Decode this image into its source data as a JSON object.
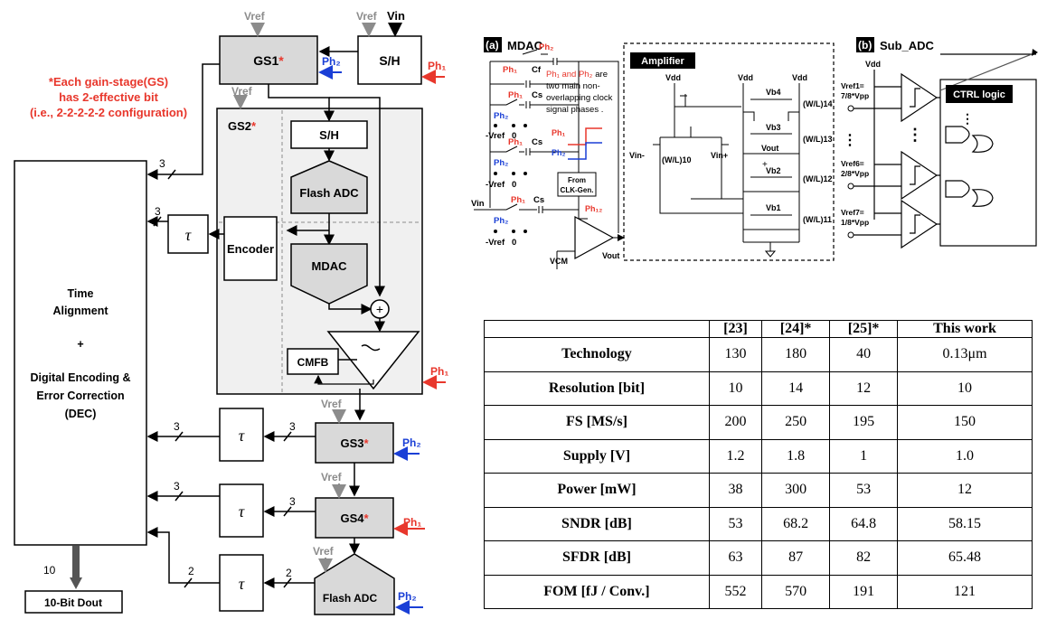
{
  "left": {
    "note_lines": [
      "*Each gain-stage(GS)",
      "has 2-effective bit",
      "(i.e., 2-2-2-2-2 configuration)"
    ],
    "vref": "Vref",
    "vin": "Vin",
    "sh": "S/H",
    "gs1": "GS1",
    "gs2": "GS2",
    "gs3": "GS3",
    "gs4": "GS4",
    "star": "*",
    "ph1": "Ph₁",
    "ph2": "Ph₂",
    "flash_adc": "Flash ADC",
    "encoder": "Encoder",
    "mdac": "MDAC",
    "cmfb": "CMFB",
    "tau": "τ",
    "bus3": "3",
    "bus2": "2",
    "bus10": "10",
    "dec_lines": [
      "Time",
      "Alignment",
      "+",
      "Digital Encoding &",
      "Error Correction",
      "(DEC)"
    ],
    "dout": "10-Bit Dout",
    "plus": "+"
  },
  "mdac_panel": {
    "tag": "(a)",
    "title": "MDAC",
    "amp_title": "Amplifier",
    "ph1": "Ph₁",
    "ph2": "Ph₂",
    "ph12": "Ph₁₂",
    "cf": "Cf",
    "cs": "Cs",
    "vref_neg": "-Vref",
    "zero": "0",
    "vin": "Vin",
    "vcm": "VCM",
    "vout": "Vout",
    "note_red": "Ph₁ and Ph₂",
    "note_rest": [
      "are",
      "two main non-",
      "overlapping clock",
      "signal phases ."
    ],
    "from_clk": [
      "From",
      "CLK-Gen."
    ],
    "vdd": "Vdd",
    "vb4": "Vb4",
    "vb3": "Vb3",
    "vb2": "Vb2",
    "vb1": "Vb1",
    "wl14": "(W/L)14",
    "wl13": "(W/L)13",
    "wl12": "(W/L)12",
    "wl11": "(W/L)11",
    "wl10": "(W/L)10",
    "vin_minus": "Vin-",
    "vin_plus": "Vin+",
    "vout_mid": "Vout"
  },
  "sub_adc": {
    "tag": "(b)",
    "title": "Sub_ADC",
    "vdd": "Vdd",
    "vref1": [
      "Vref1=",
      "7/8*Vpp"
    ],
    "vref6": [
      "Vref6=",
      "2/8*Vpp"
    ],
    "vref7": [
      "Vref7=",
      "1/8*Vpp"
    ],
    "ctrl": "CTRL logic"
  },
  "table": {
    "headers": [
      "",
      "[23]",
      "[24]*",
      "[25]*",
      "This work"
    ],
    "rows": [
      [
        "Technology",
        "130",
        "180",
        "40",
        "0.13μm"
      ],
      [
        "Resolution [bit]",
        "10",
        "14",
        "12",
        "10"
      ],
      [
        "FS [MS/s]",
        "200",
        "250",
        "195",
        "150"
      ],
      [
        "Supply [V]",
        "1.2",
        "1.8",
        "1",
        "1.0"
      ],
      [
        "Power [mW]",
        "38",
        "300",
        "53",
        "12"
      ],
      [
        "SNDR [dB]",
        "53",
        "68.2",
        "64.8",
        "58.15"
      ],
      [
        "SFDR [dB]",
        "63",
        "87",
        "82",
        "65.48"
      ],
      [
        "FOM [fJ / Conv.]",
        "552",
        "570",
        "191",
        "121"
      ]
    ]
  },
  "colors": {
    "red": "#e8372c",
    "blue": "#1a3fd6",
    "gray": "#8c8c8c",
    "box_fill": "#d9d9d9",
    "panel_fill": "#f0f0f0"
  }
}
